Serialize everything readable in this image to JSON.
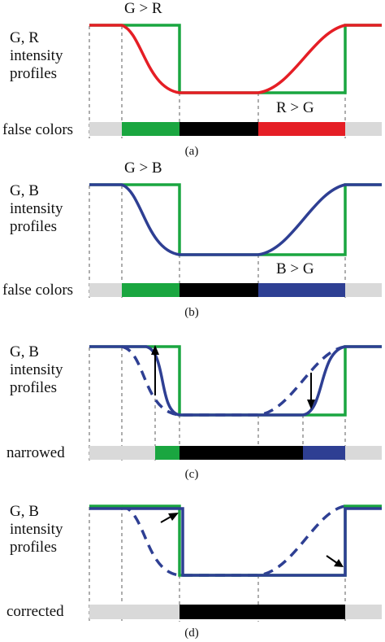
{
  "colors": {
    "green": "#1aa640",
    "red": "#e51e25",
    "blue": "#2e3f93",
    "black": "#000000",
    "gray": "#d9d9d9"
  },
  "panels": [
    {
      "id": "a",
      "ylabel": [
        "G, R",
        "intensity",
        "profiles"
      ],
      "annot_top": "G > R",
      "annot_bottom": "R > G",
      "bar_label": "false colors",
      "caption": "(a)"
    },
    {
      "id": "b",
      "ylabel": [
        "G, B",
        "intensity",
        "profiles"
      ],
      "annot_top": "G > B",
      "annot_bottom": "B > G",
      "bar_label": "false colors",
      "caption": "(b)"
    },
    {
      "id": "c",
      "ylabel": [
        "G, B",
        "intensity",
        "profiles"
      ],
      "bar_label": "narrowed",
      "caption": "(c)"
    },
    {
      "id": "d",
      "ylabel": [
        "G, B",
        "intensity",
        "profiles"
      ],
      "bar_label": "corrected",
      "caption": "(d)"
    }
  ]
}
